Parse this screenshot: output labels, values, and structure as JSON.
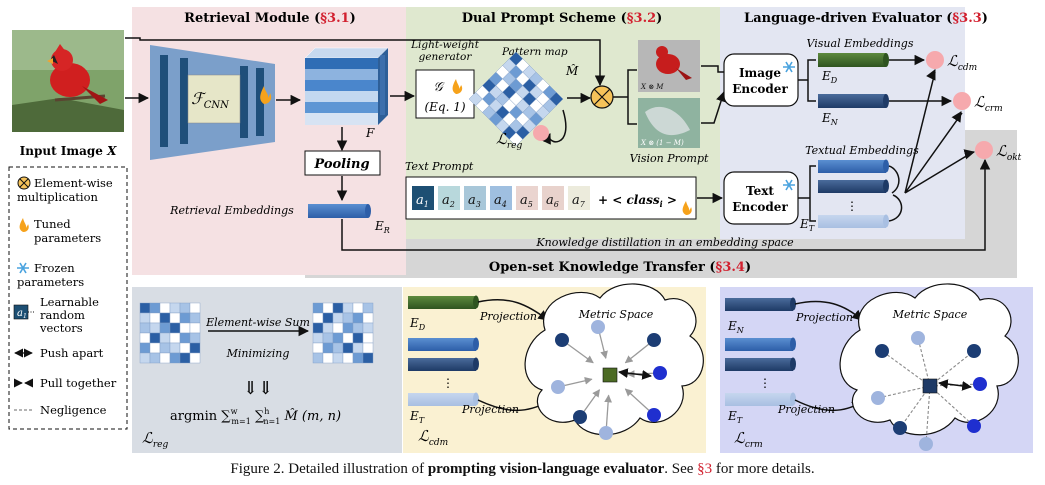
{
  "colors": {
    "retrieval_bg": "#f5e1e3",
    "prompt_bg": "#dfe8cf",
    "evaluator_bg": "#e3e6f2",
    "transfer_bg": "#d6d6d6",
    "cdm_bg": "#faf1d2",
    "crm_bg": "#d4d6f5",
    "reg_bg": "#d8dde4",
    "section_ref": "#d2202f",
    "loss_circle": "#f6a9ad",
    "navy_node": "#1c3d74",
    "blue_node": "#1f2fcf",
    "light_node": "#9fb4de"
  },
  "input": {
    "label_prefix": "Input Image ",
    "label_var": "X",
    "image_icon": "red-cardinal-bird-photo"
  },
  "sections": {
    "retrieval": {
      "title": "Retrieval Module (",
      "ref": "§3.1",
      "close": ")"
    },
    "prompt": {
      "title": "Dual Prompt Scheme (",
      "ref": "§3.2",
      "close": ")"
    },
    "evaluator": {
      "title": "Language-driven Evaluator (",
      "ref": "§3.3",
      "close": ")"
    },
    "transfer": {
      "title": "Open-set Knowledge Transfer (",
      "ref": "§3.4",
      "close": ")"
    }
  },
  "retrieval": {
    "cnn_label": "ℱ",
    "cnn_sub": "CNN",
    "feature_label": "F",
    "pooling_label": "Pooling",
    "embeddings_label": "Retrieval Embeddings",
    "er_label": "E",
    "er_sub": "R"
  },
  "prompt": {
    "generator_label_1": "Light-weight",
    "generator_label_2": "generator",
    "generator_symbol": "𝒢",
    "generator_eq": "(Eq. 1)",
    "pattern_map_label": "Pattern map",
    "pattern_map_symbol": "M̂",
    "reg_loss": "ℒ",
    "reg_loss_sub": "reg",
    "vision_prompt_label": "Vision Prompt",
    "img_caption_1": "X ⊗ M",
    "img_caption_2": "X ⊗ (1 − M)",
    "text_prompt_label": "Text Prompt",
    "tokens": [
      "a",
      "a",
      "a",
      "a",
      "a",
      "a",
      "a"
    ],
    "token_subs": [
      "1",
      "2",
      "3",
      "4",
      "5",
      "6",
      "7"
    ],
    "class_token": "+ < class",
    "class_sub": "i",
    "class_close": " >"
  },
  "evaluator": {
    "image_encoder": [
      "Image",
      "Encoder"
    ],
    "text_encoder": [
      "Text",
      "Encoder"
    ],
    "visual_embeddings": "Visual Embeddings",
    "textual_embeddings": "Textual Embeddings",
    "ed_label": "E",
    "ed_sub": "D",
    "en_label": "E",
    "en_sub": "N",
    "et_label": "E",
    "et_sub": "T",
    "loss_cdm": "ℒ",
    "loss_cdm_sub": "cdm",
    "loss_crm": "ℒ",
    "loss_crm_sub": "crm",
    "loss_okt": "ℒ",
    "loss_okt_sub": "okt",
    "distill_text": "Knowledge distillation in an embedding space",
    "dots": "⋮"
  },
  "legend": {
    "items": [
      {
        "icon": "otimes-icon",
        "text": [
          "Element-wise",
          "multiplication"
        ]
      },
      {
        "icon": "flame-icon",
        "text": [
          "Tuned",
          "parameters"
        ]
      },
      {
        "icon": "snowflake-icon",
        "text": [
          "Frozen",
          "parameters"
        ]
      },
      {
        "icon": "learnable-vector-icon",
        "text": [
          "Learnable",
          "random",
          "vectors"
        ]
      },
      {
        "icon": "push-apart-icon",
        "text": [
          "Push apart"
        ]
      },
      {
        "icon": "pull-together-icon",
        "text": [
          "Pull together"
        ]
      },
      {
        "icon": "negligence-line-icon",
        "text": [
          "Negligence"
        ]
      }
    ],
    "learnable_symbol": "a",
    "learnable_sub": "1"
  },
  "reg_panel": {
    "sum_label": "Element-wise Sum",
    "min_label": "Minimizing",
    "arrows": "⇓⇓",
    "formula": "argmin ∑",
    "formula_w": "w",
    "formula_m1": "m=1",
    "formula_mid": " ∑",
    "formula_h": "h",
    "formula_n1": "n=1",
    "formula_tail": " M̂ (m, n)",
    "loss": "ℒ",
    "loss_sub": "reg"
  },
  "cdm_panel": {
    "ed_label": "E",
    "ed_sub": "D",
    "et_label": "E",
    "et_sub": "T",
    "projection_1": "Projection",
    "projection_2": "Projection",
    "metric_space": "Metric Space",
    "loss": "ℒ",
    "loss_sub": "cdm",
    "dots": "⋮"
  },
  "crm_panel": {
    "en_label": "E",
    "en_sub": "N",
    "et_label": "E",
    "et_sub": "T",
    "projection_1": "Projection",
    "projection_2": "Projection",
    "metric_space": "Metric Space",
    "loss": "ℒ",
    "loss_sub": "crm",
    "dots": "⋮"
  },
  "caption": {
    "prefix": "Figure 2. Detailed illustration of ",
    "bold": "prompting vision-language evaluator",
    "mid": ". See ",
    "ref": "§3",
    "suffix": " for more details."
  }
}
